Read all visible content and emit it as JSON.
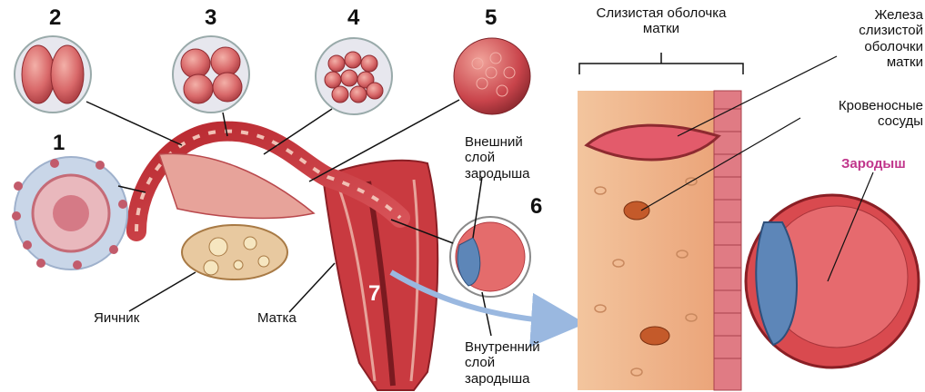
{
  "stage_numbers": {
    "n1": "1",
    "n2": "2",
    "n3": "3",
    "n4": "4",
    "n5": "5",
    "n6": "6",
    "n7": "7"
  },
  "labels": {
    "ovary": "Яичник",
    "uterus": "Матка",
    "outer_layer": "Внешний\nслой\nзародыша",
    "inner_layer": "Внутренний\nслой\nзародыша",
    "mucosa": "Слизистая оболочка\nматки",
    "glands": "Железа\nслизистой\nоболочки\nматки",
    "vessels": "Кровеносные\nсосуды",
    "embryo": "Зародыш"
  },
  "colors": {
    "tissue": "#c8323a",
    "tissue_light": "#e7a39a",
    "cell_pink": "#d76a6a",
    "endometrium": "#f0b58a",
    "inner_cells": "#5d86b8",
    "embryo_label": "#c0358b"
  }
}
